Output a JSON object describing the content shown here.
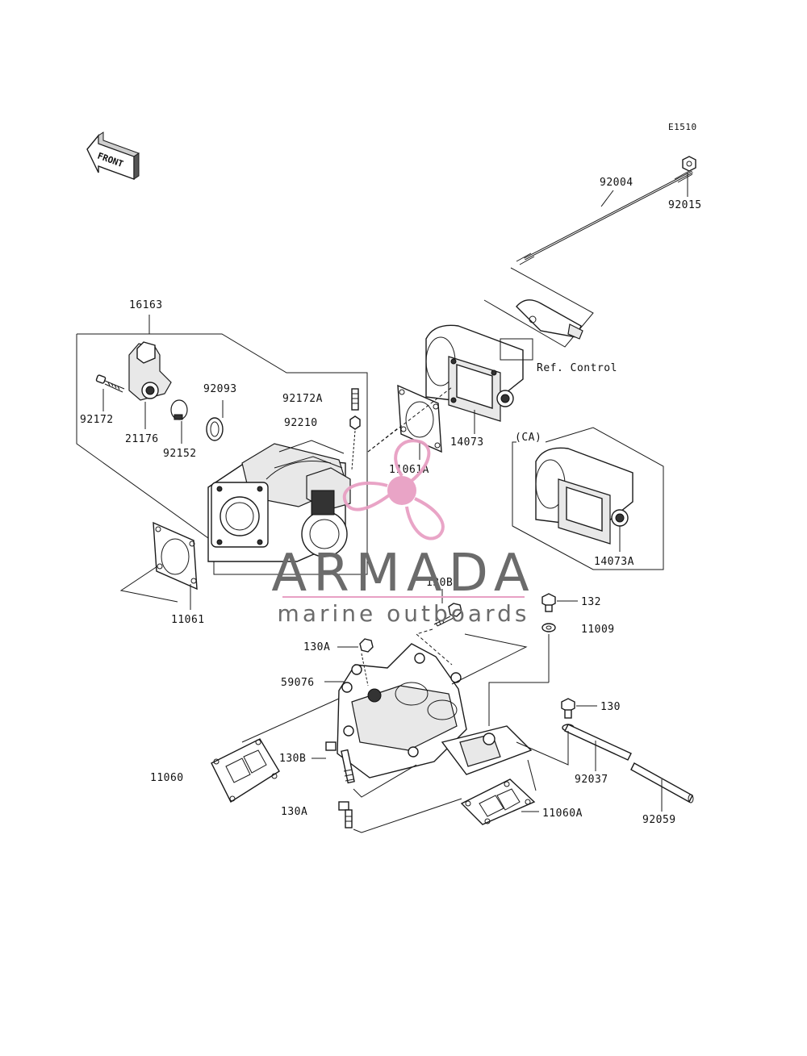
{
  "diagram": {
    "code": "E1510",
    "front_label": "FRONT",
    "ref_label": "Ref. Control",
    "variant_label": "(CA)"
  },
  "parts": {
    "p92004": "92004",
    "p92015": "92015",
    "p16163": "16163",
    "p92172": "92172",
    "p21176": "21176",
    "p92152": "92152",
    "p92093": "92093",
    "p92172A": "92172A",
    "p92210": "92210",
    "p11061A": "11061A",
    "p14073": "14073",
    "p14073A": "14073A",
    "p11061": "11061",
    "p130B_top": "130B",
    "p132": "132",
    "p11009": "11009",
    "p130A_top": "130A",
    "p59076": "59076",
    "p11060": "11060",
    "p130B_bot": "130B",
    "p130A_bot": "130A",
    "p130": "130",
    "p92037": "92037",
    "p11060A": "11060A",
    "p92059": "92059"
  },
  "watermark": {
    "brand": "ARMADA",
    "tagline": "marine outboards",
    "accent_color": "#e8a0c4",
    "text_color": "#6b6b6b"
  }
}
